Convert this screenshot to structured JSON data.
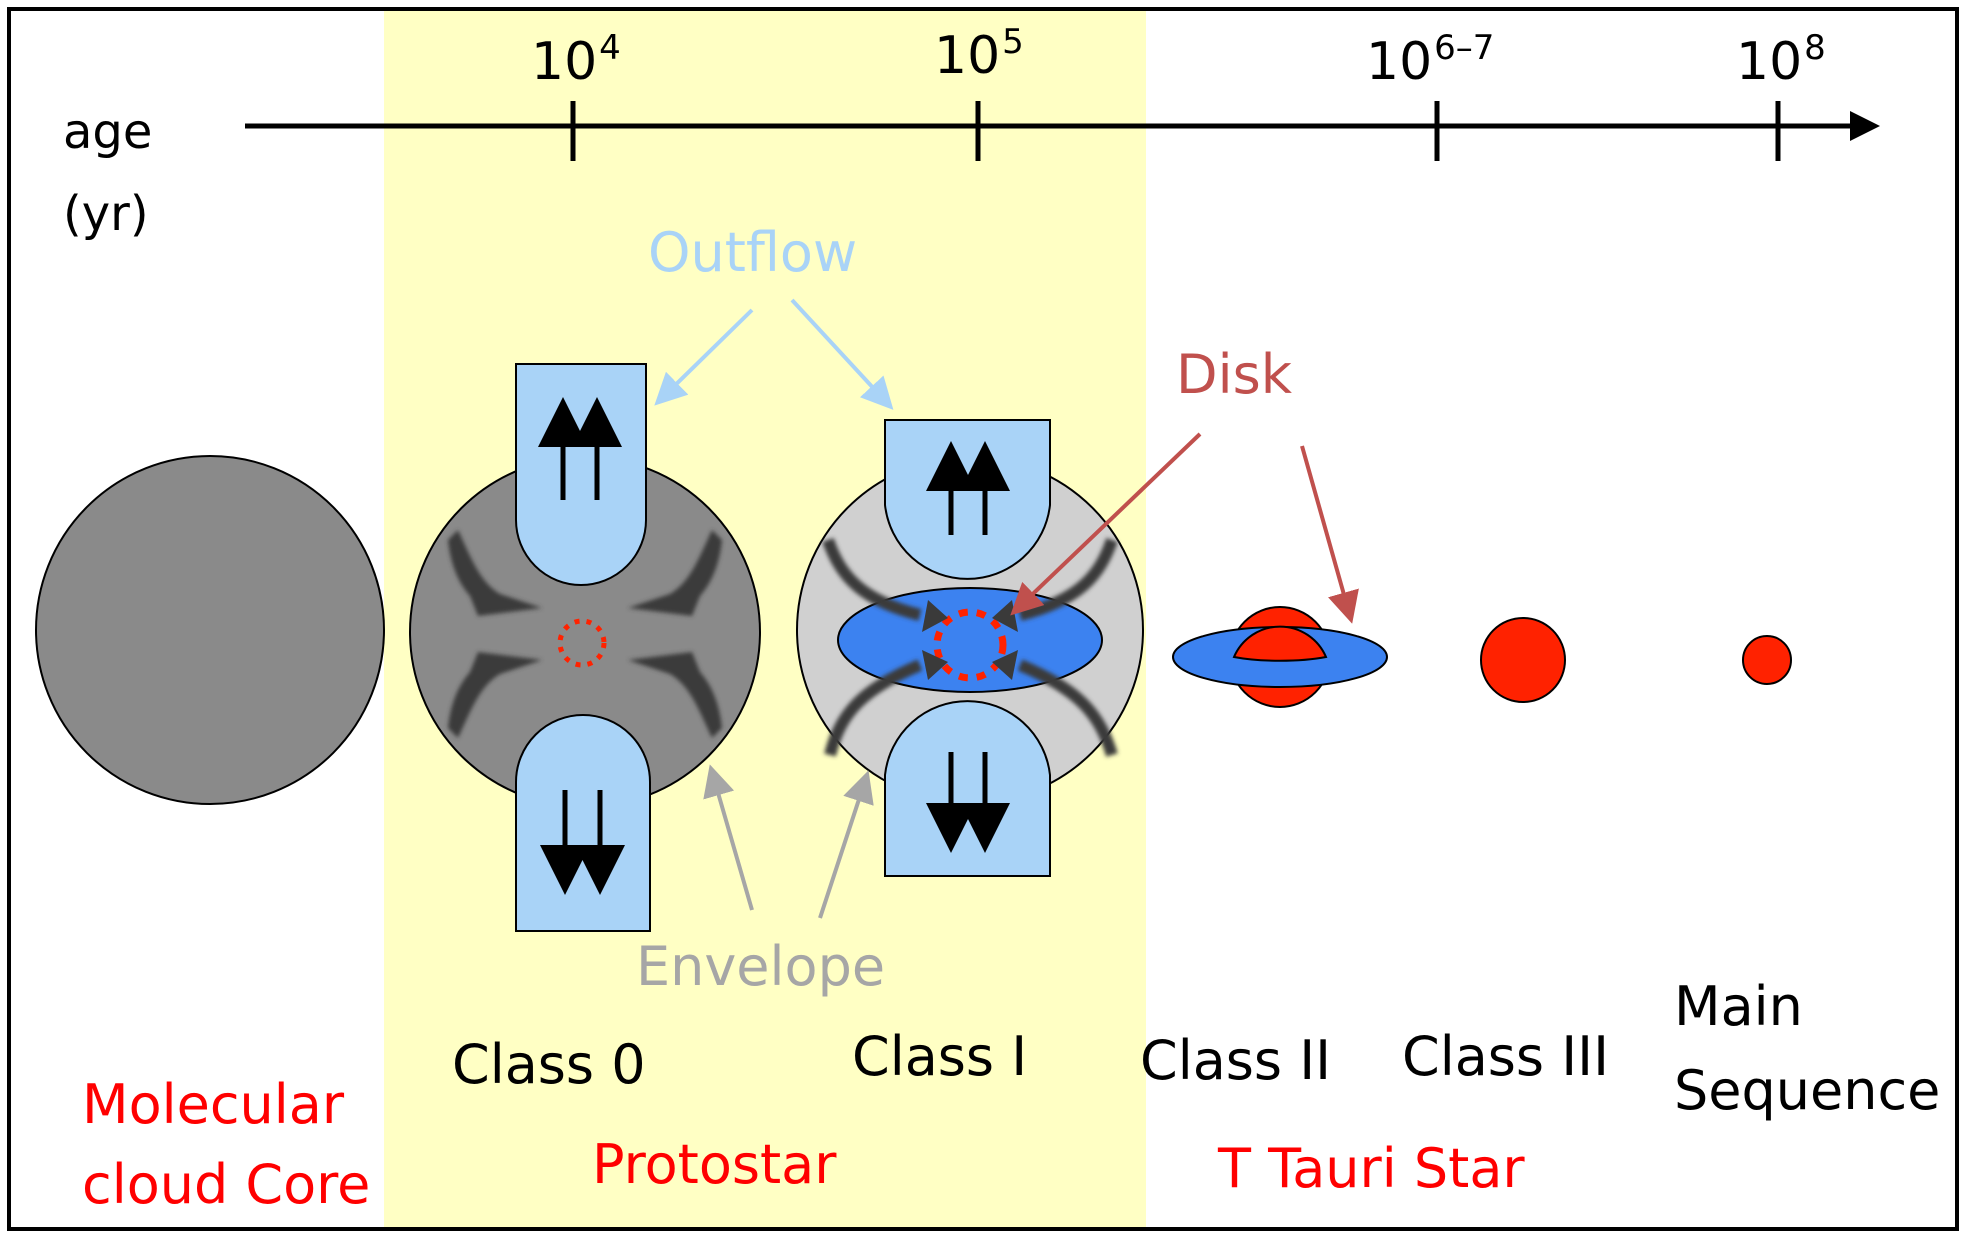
{
  "timeline": {
    "axis_label_line1": "age",
    "axis_label_line2": "(yr)",
    "ticks": [
      {
        "base": "10",
        "exp": "4"
      },
      {
        "base": "10",
        "exp": "5"
      },
      {
        "base": "10",
        "exp": "6–7"
      },
      {
        "base": "10",
        "exp": "8"
      }
    ]
  },
  "annotations": {
    "outflow": "Outflow",
    "disk": "Disk",
    "envelope": "Envelope"
  },
  "classes": {
    "class0": "Class 0",
    "class1": "Class I",
    "class2": "Class II",
    "class3": "Class III",
    "main_line1": "Main",
    "main_line2": "Sequence"
  },
  "groups": {
    "core_line1": "Molecular",
    "core_line2": "cloud Core",
    "protostar": "Protostar",
    "ttauri": "T Tauri Star"
  },
  "colors": {
    "protostar_band": "#ffffc4",
    "outflow": "#a9d3f7",
    "disk": "#3c82f0",
    "disk_label": "#c0504d",
    "star": "#ff2200",
    "envelope_dense": "#8a8a8a",
    "envelope_thin": "#d0d0d0",
    "envelope_label": "#a6a6a6"
  }
}
